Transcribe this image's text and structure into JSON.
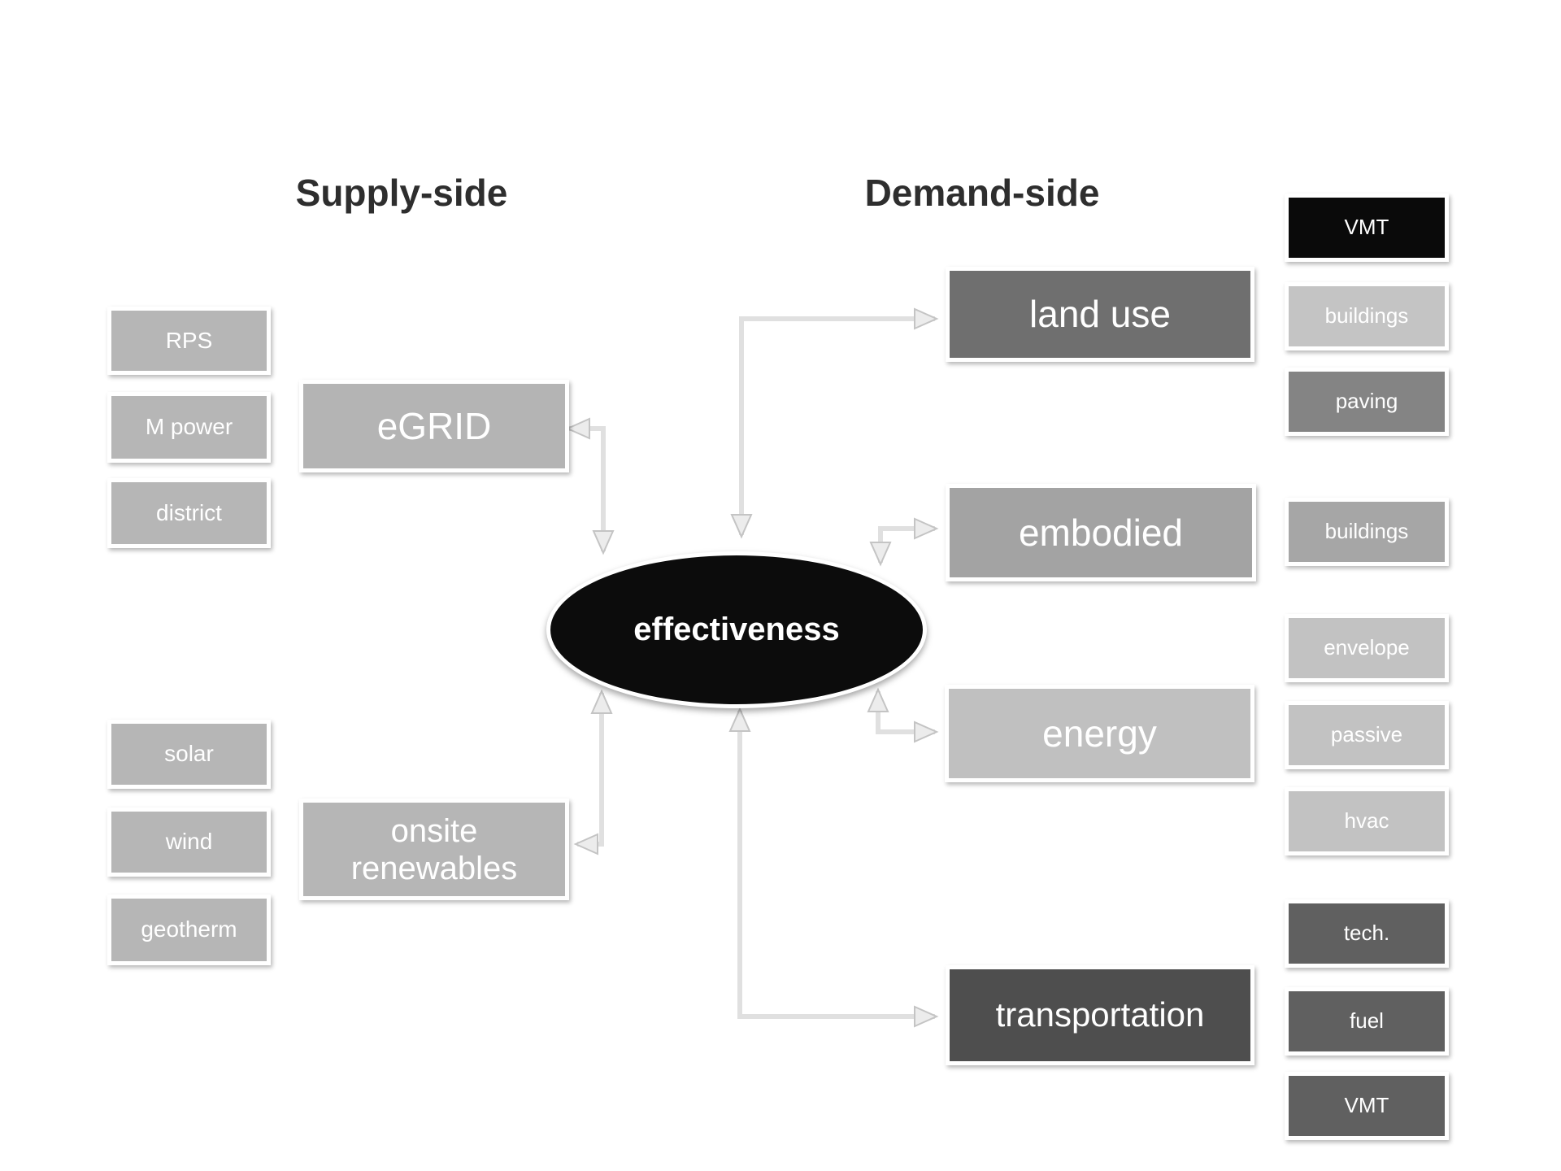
{
  "titles": {
    "supply": "Supply-side",
    "demand": "Demand-side"
  },
  "center": {
    "label": "effectiveness"
  },
  "supply_side": {
    "egrid": {
      "label": "eGRID"
    },
    "egrid_inputs": [
      {
        "label": "RPS"
      },
      {
        "label": "M power"
      },
      {
        "label": "district"
      }
    ],
    "onsite": {
      "label": "onsite renewables"
    },
    "onsite_inputs": [
      {
        "label": "solar"
      },
      {
        "label": "wind"
      },
      {
        "label": "geotherm"
      }
    ]
  },
  "demand_side": {
    "land_use": {
      "label": "land use"
    },
    "embodied": {
      "label": "embodied"
    },
    "energy": {
      "label": "energy"
    },
    "transportation": {
      "label": "transportation"
    },
    "land_use_subs": [
      {
        "label": "VMT"
      },
      {
        "label": "buildings"
      },
      {
        "label": "paving"
      }
    ],
    "embodied_subs": [
      {
        "label": "buildings"
      }
    ],
    "energy_subs": [
      {
        "label": "envelope"
      },
      {
        "label": "passive"
      },
      {
        "label": "hvac"
      }
    ],
    "transportation_subs": [
      {
        "label": "tech."
      },
      {
        "label": "fuel"
      },
      {
        "label": "VMT"
      }
    ]
  },
  "colors": {
    "ellipse": "#0c0c0c",
    "supply_input": "#b6b6b6",
    "egrid": "#b4b4b4",
    "onsite": "#b6b6b6",
    "land_use": "#6f6f6f",
    "embodied": "#a3a3a3",
    "energy": "#c0c0c0",
    "transportation": "#4e4e4e",
    "vmt_black": "#0a0a0a",
    "buildings_light": "#c4c4c4",
    "paving": "#848484",
    "buildings_mid": "#a6a6a6",
    "energy_sub": "#c2c2c2",
    "transport_sub": "#606060",
    "connector": "#e0e0e0",
    "arrowhead_fill": "#ececec",
    "arrowhead_edge": "#c4c4c4"
  }
}
